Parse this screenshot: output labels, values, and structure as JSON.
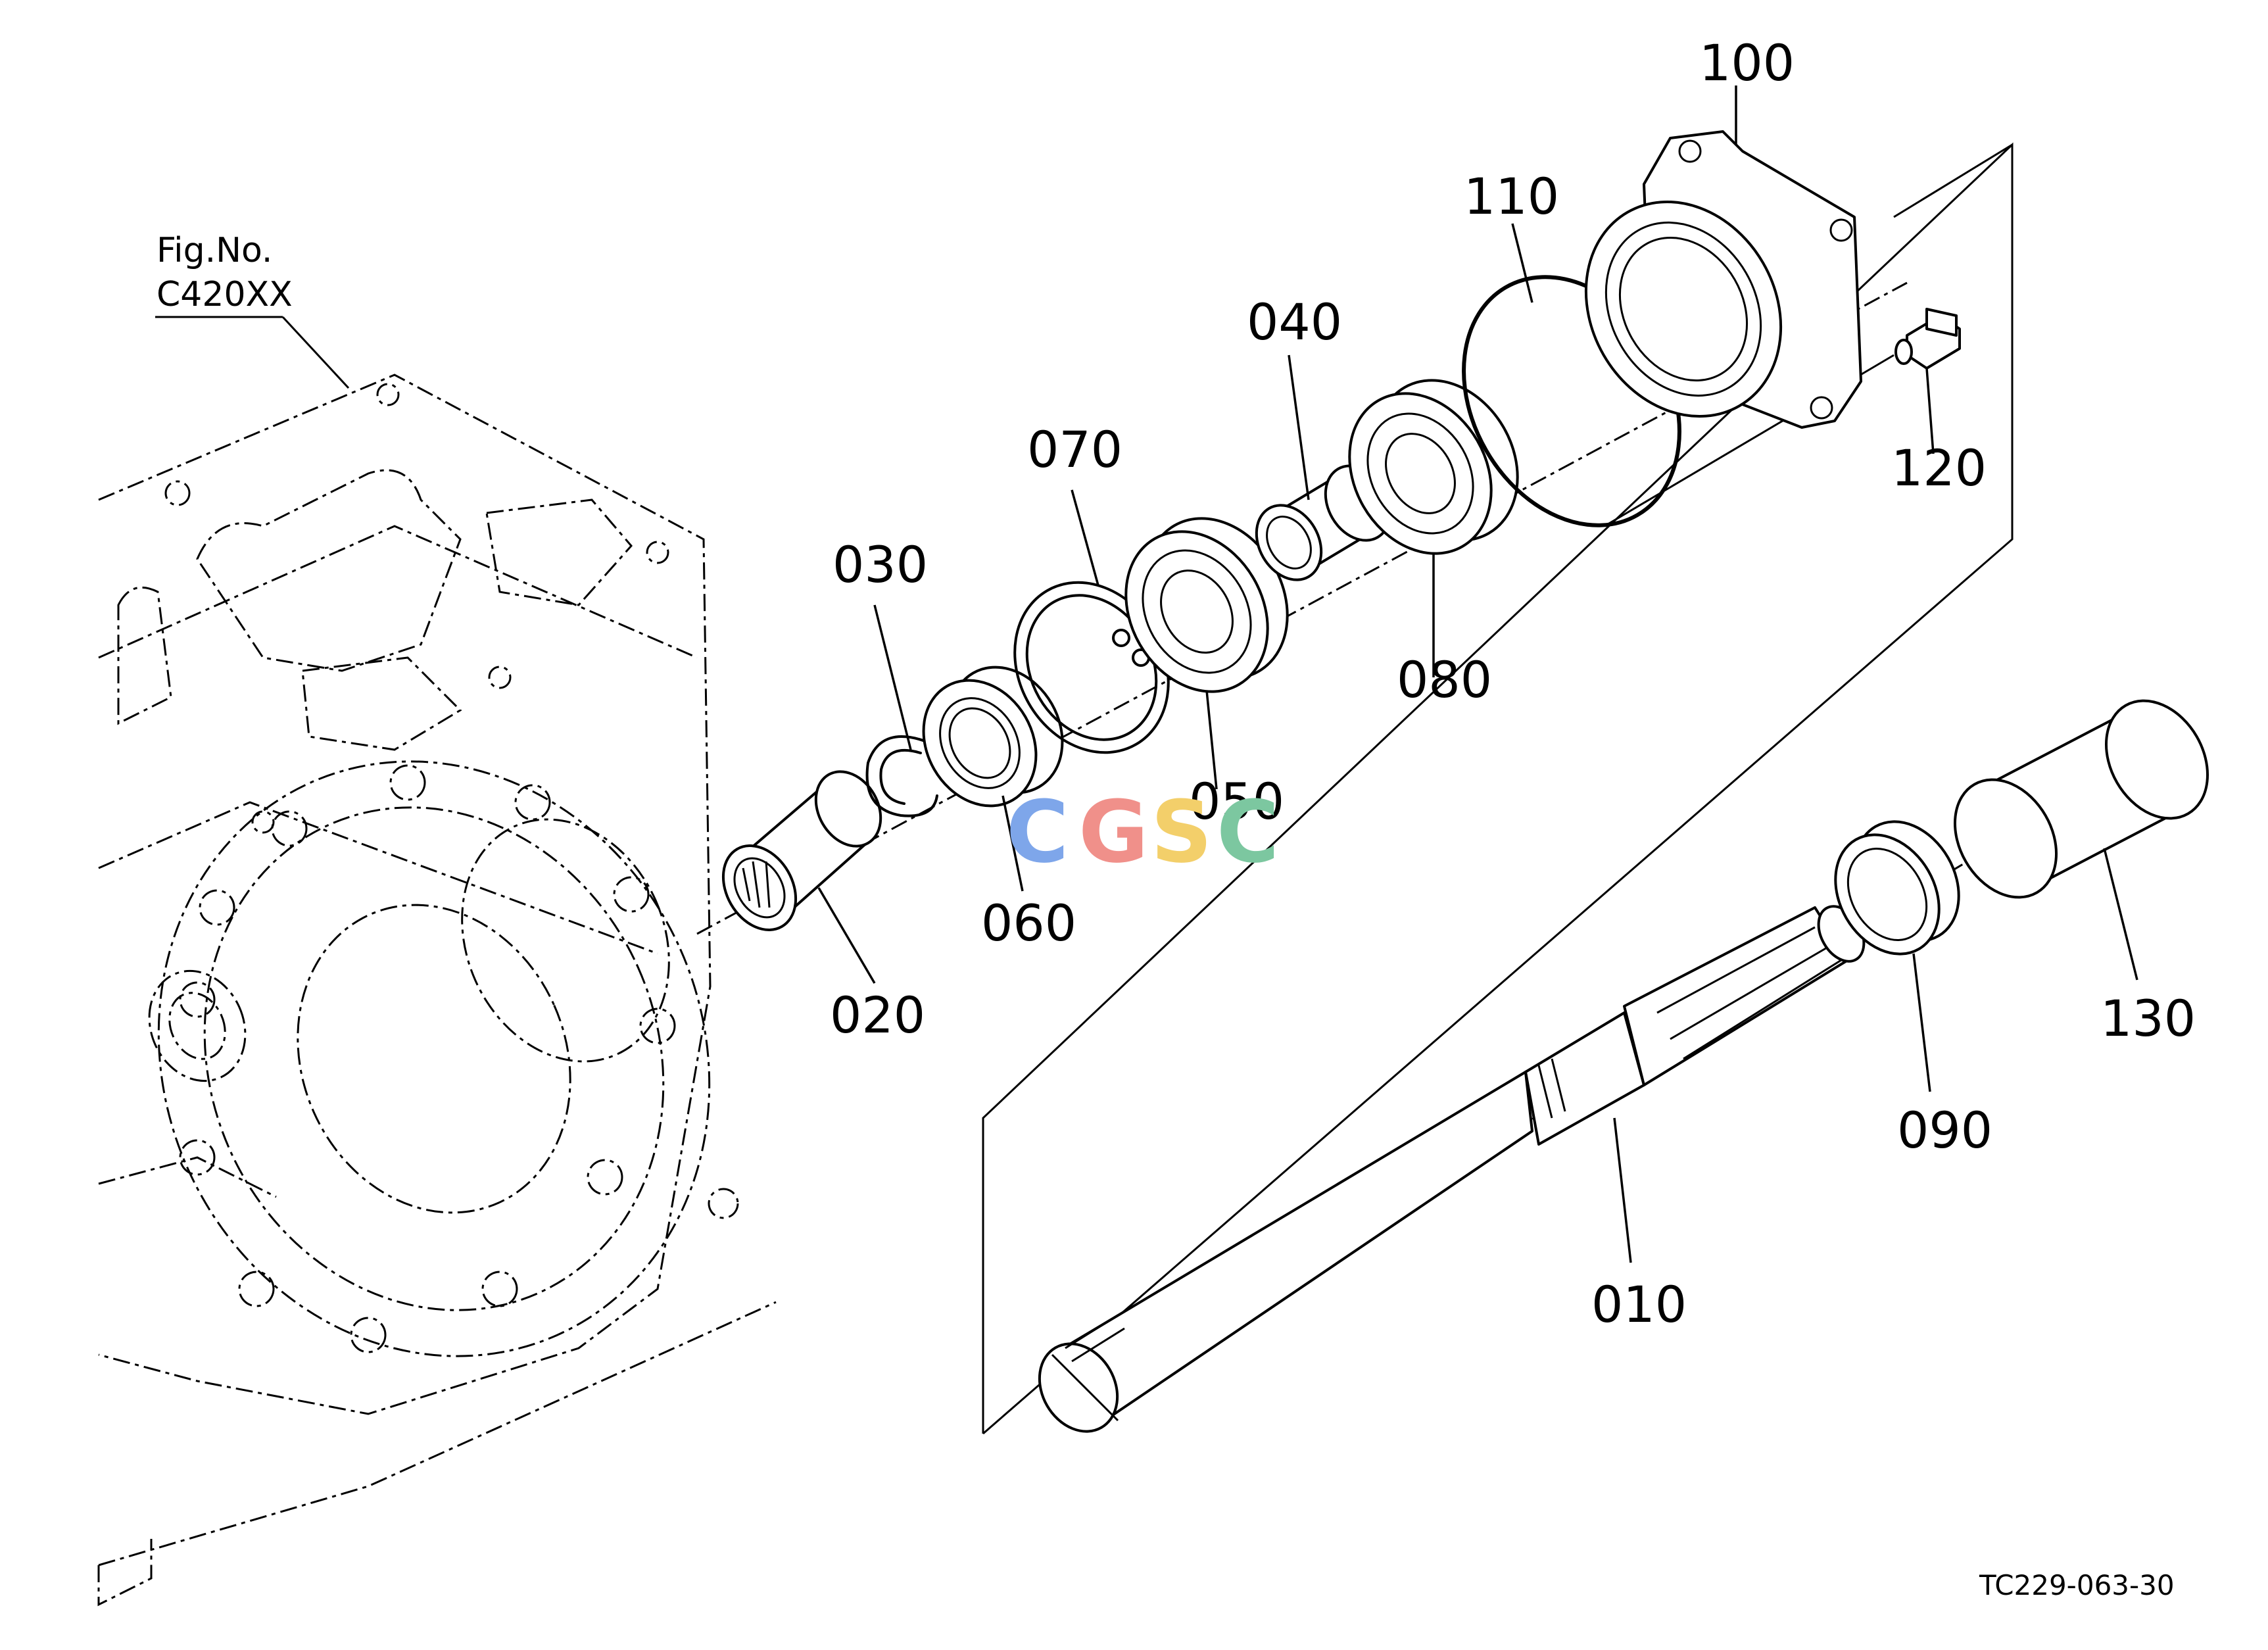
{
  "figure": {
    "fig_label": "Fig.No.",
    "fig_number": "C420XX",
    "reference": "TC229-063-30"
  },
  "watermark": {
    "letters": [
      "C",
      "G",
      "S",
      "C"
    ],
    "colors": [
      "#7ea6ea",
      "#f0908a",
      "#f3cf6a",
      "#7cc7a0"
    ]
  },
  "parts": [
    {
      "id": "010",
      "label": "010"
    },
    {
      "id": "020",
      "label": "020"
    },
    {
      "id": "030",
      "label": "030"
    },
    {
      "id": "040",
      "label": "040"
    },
    {
      "id": "050",
      "label": "050"
    },
    {
      "id": "060",
      "label": "060"
    },
    {
      "id": "070",
      "label": "070"
    },
    {
      "id": "080",
      "label": "080"
    },
    {
      "id": "090",
      "label": "090"
    },
    {
      "id": "100",
      "label": "100"
    },
    {
      "id": "110",
      "label": "110"
    },
    {
      "id": "120",
      "label": "120"
    },
    {
      "id": "130",
      "label": "130"
    }
  ]
}
